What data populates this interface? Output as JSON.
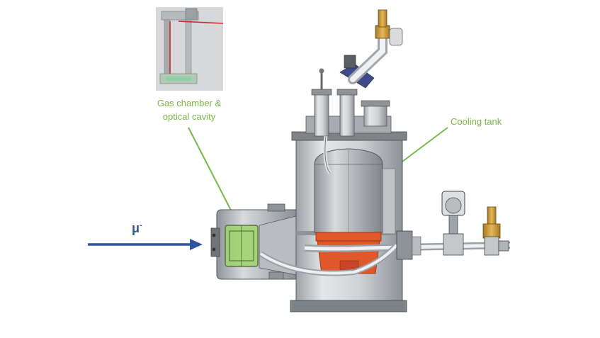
{
  "labels": {
    "gas_chamber_line1": "Gas chamber &",
    "gas_chamber_line2": "optical cavity",
    "cooling_tank": "Cooling tank",
    "muon_symbol": "μ",
    "muon_charge": "-"
  },
  "colors": {
    "label_green": "#7ab648",
    "beam_blue": "#2e56a0",
    "vessel_gray": "#c9cccf",
    "chamber_green": "#9ed36a",
    "heater_orange": "#e0572a",
    "valve_brass": "#c99a3c",
    "blue_bracket": "#3e4a8c"
  },
  "icons": [
    "beam-arrow-icon",
    "valve-icon",
    "pressure-gauge-icon",
    "elbow-valve-icon"
  ]
}
